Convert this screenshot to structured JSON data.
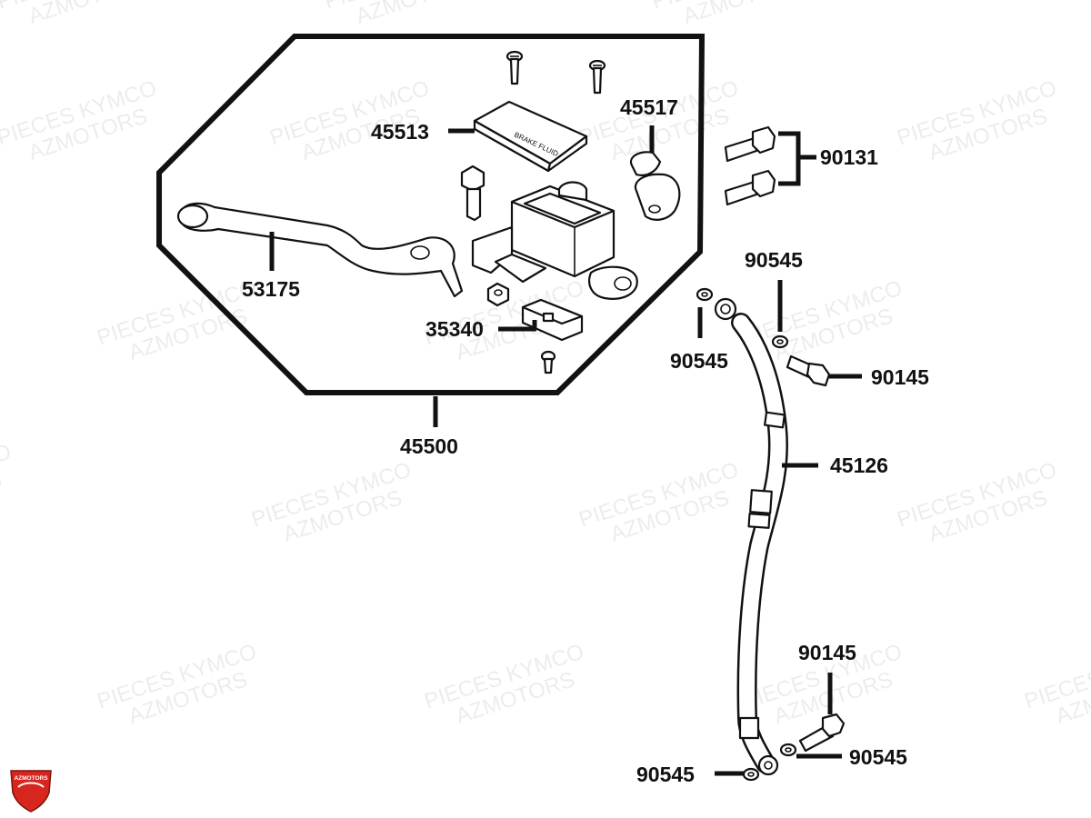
{
  "watermark": {
    "line1": "PIECES KYMCO",
    "line2": "AZMOTORS"
  },
  "logo": {
    "text": "AZMOTORS",
    "color": "#d7261e"
  },
  "parts": {
    "p45513": "45513",
    "p45517": "45517",
    "p90131": "90131",
    "p53175": "53175",
    "p35340": "35340",
    "p45500": "45500",
    "p90545_a": "90545",
    "p90545_b": "90545",
    "p90145_a": "90145",
    "p45126": "45126",
    "p90145_b": "90145",
    "p90545_c": "90545",
    "p90545_d": "90545"
  },
  "colors": {
    "line": "#111111",
    "logo_red": "#d7261e"
  }
}
